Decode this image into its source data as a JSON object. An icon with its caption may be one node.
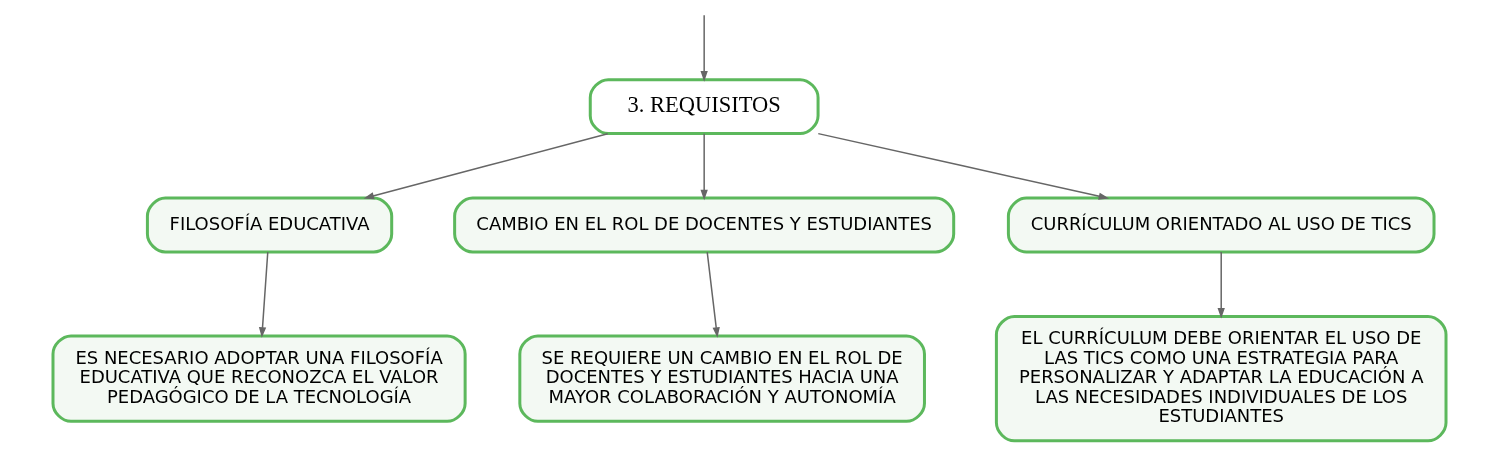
{
  "diagram": {
    "nodes": [
      {
        "text": [
          "3. REQUISITOS"
        ]
      },
      {
        "text": [
          "FILOSOFÍA EDUCATIVA"
        ]
      },
      {
        "text": [
          "CAMBIO EN EL ROL DE DOCENTES Y ESTUDIANTES"
        ]
      },
      {
        "text": [
          "CURRÍCULUM ORIENTADO AL USO DE TICS"
        ]
      },
      {
        "text": [
          "ES NECESARIO ADOPTAR UNA FILOSOFÍA EDUCATIVA QUE RECONOZCA EL VALOR PEDAGÓGICO DE LA TECNOLOGÍA"
        ]
      },
      {
        "text": [
          "SE REQUIERE UN CAMBIO EN EL ROL DE DOCENTES Y ESTUDIANTES HACIA UNA MAYOR COLABORACIÓN Y AUTONOMÍA"
        ]
      },
      {
        "text": [
          "EL CURRÍCULUM DEBE ORIENTAR EL USO DE LAS TICS COMO UNA ESTRATEGIA PARA PERSONALIZAR Y ADAPTAR LA EDUCACIÓN A LAS NECESIDADES INDIVIDUALES DE LOS ESTUDIANTES"
        ]
      }
    ],
    "edges": [
      {
        "from": null,
        "to": 0,
        "arrow": "to"
      },
      {
        "from": 0,
        "to": 1,
        "arrow": "to"
      },
      {
        "from": 0,
        "to": 2,
        "arrow": "to"
      },
      {
        "from": 0,
        "to": 3,
        "arrow": "to"
      },
      {
        "from": 1,
        "to": 4,
        "arrow": "to"
      },
      {
        "from": 2,
        "to": 5,
        "arrow": "to"
      },
      {
        "from": 3,
        "to": 6,
        "arrow": "to"
      }
    ]
  }
}
